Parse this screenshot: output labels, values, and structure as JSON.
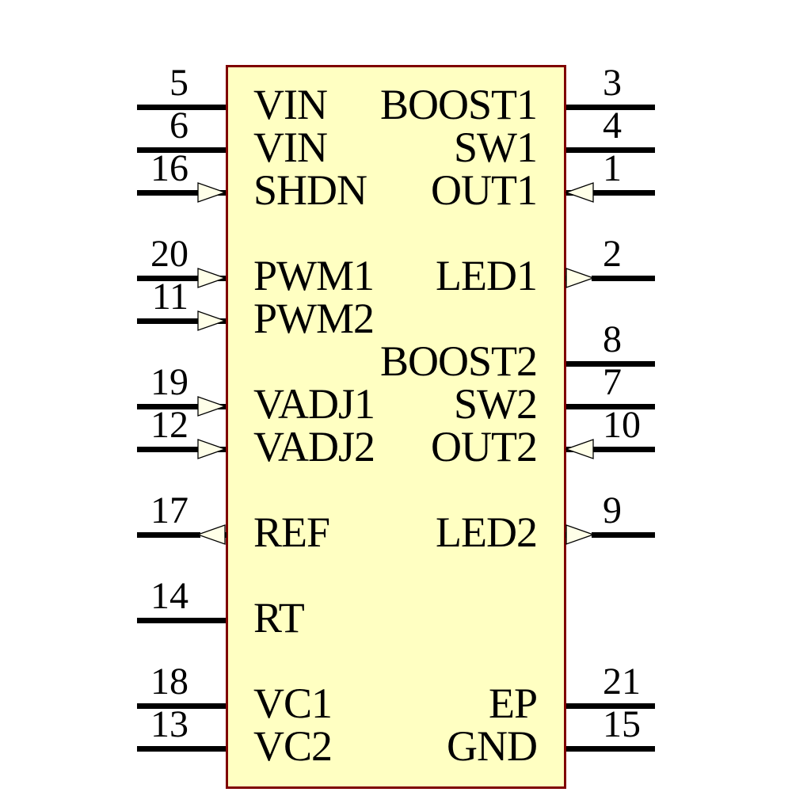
{
  "figure": {
    "background": "#FFFFFF",
    "body_fill": "#FFFFC2",
    "body_border_color": "#7F0000",
    "wire_color": "#000000",
    "arrow_fill": "#FFFFE8",
    "text_color": "#000000"
  },
  "pins": [
    {
      "number": "5",
      "name": "VIN",
      "side": "left",
      "row": 0,
      "arrow": "none"
    },
    {
      "number": "6",
      "name": "VIN",
      "side": "left",
      "row": 1,
      "arrow": "none"
    },
    {
      "number": "16",
      "name": "SHDN",
      "side": "left",
      "row": 2,
      "arrow": "in"
    },
    {
      "number": "20",
      "name": "PWM1",
      "side": "left",
      "row": 4,
      "arrow": "in"
    },
    {
      "number": "11",
      "name": "PWM2",
      "side": "left",
      "row": 5,
      "arrow": "in"
    },
    {
      "number": "19",
      "name": "VADJ1",
      "side": "left",
      "row": 7,
      "arrow": "in"
    },
    {
      "number": "12",
      "name": "VADJ2",
      "side": "left",
      "row": 8,
      "arrow": "in"
    },
    {
      "number": "17",
      "name": "REF",
      "side": "left",
      "row": 10,
      "arrow": "out"
    },
    {
      "number": "14",
      "name": "RT",
      "side": "left",
      "row": 12,
      "arrow": "none"
    },
    {
      "number": "18",
      "name": "VC1",
      "side": "left",
      "row": 14,
      "arrow": "none"
    },
    {
      "number": "13",
      "name": "VC2",
      "side": "left",
      "row": 15,
      "arrow": "none"
    },
    {
      "number": "3",
      "name": "BOOST1",
      "side": "right",
      "row": 0,
      "arrow": "none"
    },
    {
      "number": "4",
      "name": "SW1",
      "side": "right",
      "row": 1,
      "arrow": "none"
    },
    {
      "number": "1",
      "name": "OUT1",
      "side": "right",
      "row": 2,
      "arrow": "in"
    },
    {
      "number": "2",
      "name": "LED1",
      "side": "right",
      "row": 4,
      "arrow": "out"
    },
    {
      "number": "8",
      "name": "BOOST2",
      "side": "right",
      "row": 6,
      "arrow": "none"
    },
    {
      "number": "7",
      "name": "SW2",
      "side": "right",
      "row": 7,
      "arrow": "none"
    },
    {
      "number": "10",
      "name": "OUT2",
      "side": "right",
      "row": 8,
      "arrow": "in"
    },
    {
      "number": "9",
      "name": "LED2",
      "side": "right",
      "row": 10,
      "arrow": "out"
    },
    {
      "number": "21",
      "name": "EP",
      "side": "right",
      "row": 14,
      "arrow": "none"
    },
    {
      "number": "15",
      "name": "GND",
      "side": "right",
      "row": 15,
      "arrow": "none"
    }
  ]
}
